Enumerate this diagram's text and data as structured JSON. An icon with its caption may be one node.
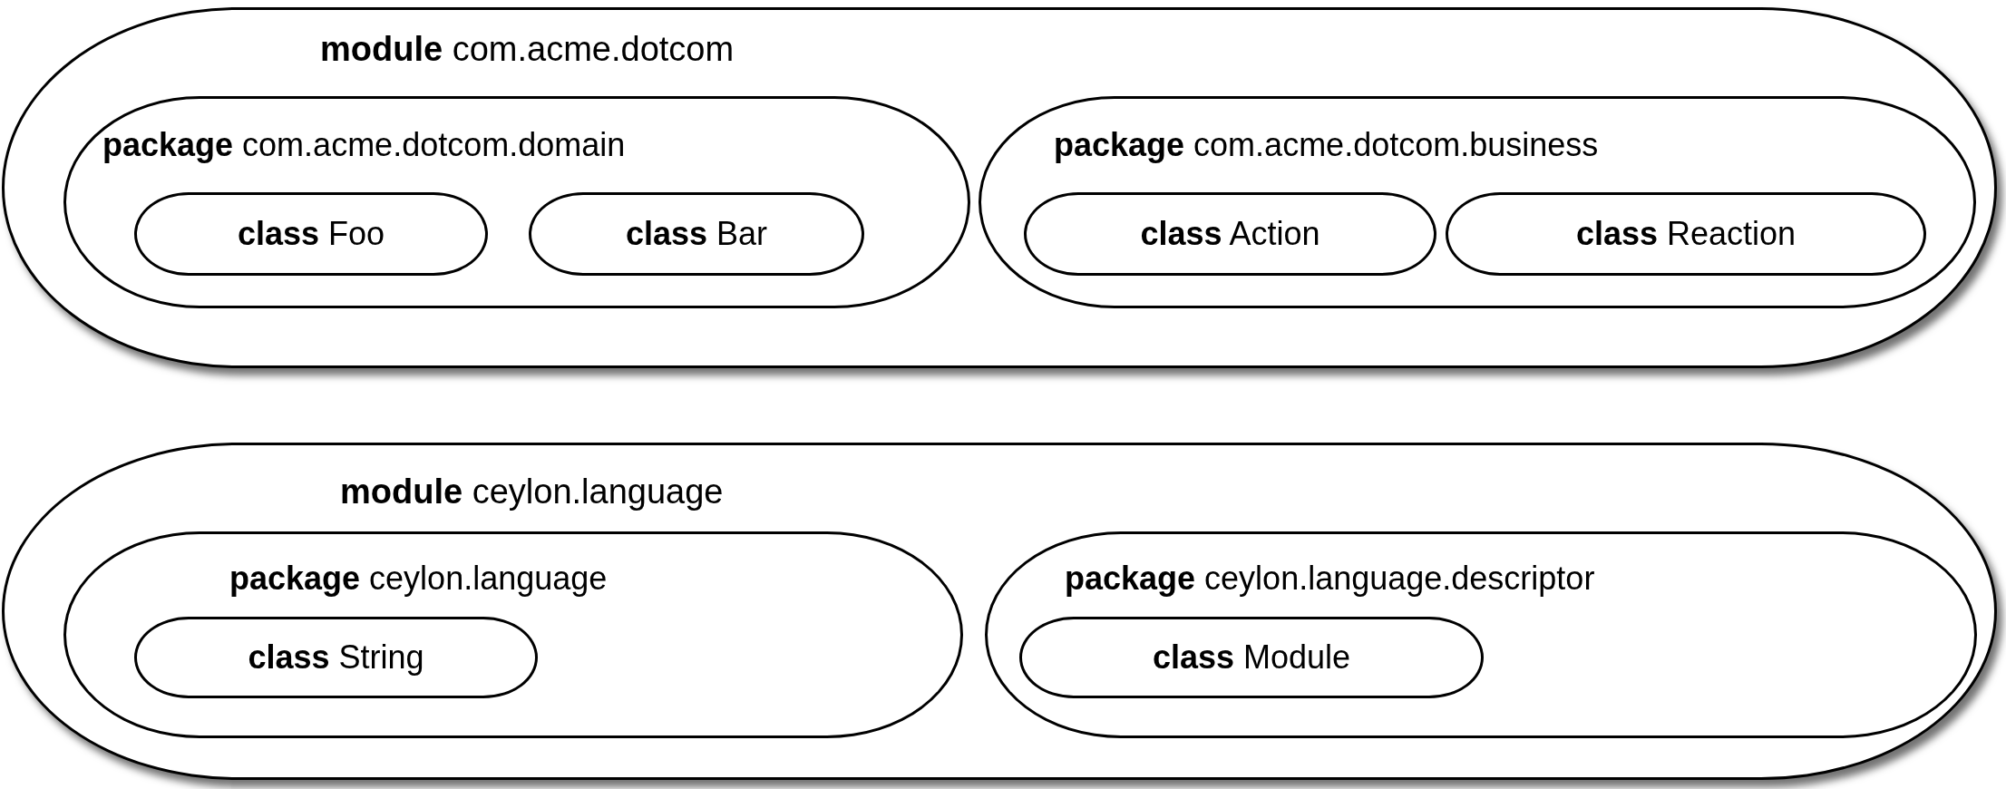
{
  "diagram": {
    "nodes": [
      {
        "text": [
          "**module** com.acme.dotcom"
        ]
      },
      {
        "text": [
          "**package** com.acme.dotcom.domain"
        ],
        "in": 0
      },
      {
        "text": [
          "**class** Foo"
        ],
        "in": 1
      },
      {
        "text": [
          "**class** Bar"
        ],
        "in": 1
      },
      {
        "text": [
          "**package** com.acme.dotcom.business"
        ],
        "in": 0
      },
      {
        "text": [
          "**class** Action"
        ],
        "in": 4
      },
      {
        "text": [
          "**class** Reaction"
        ],
        "in": 4
      },
      {
        "text": [
          "**module** ceylon.language"
        ]
      },
      {
        "text": [
          "**package** ceylon.language"
        ],
        "in": 7
      },
      {
        "text": [
          "**class** String"
        ],
        "in": 8
      },
      {
        "text": [
          "**package** ceylon.language.descriptor"
        ],
        "in": 7
      },
      {
        "text": [
          "**class** Module"
        ],
        "in": 10
      }
    ],
    "edges": []
  }
}
